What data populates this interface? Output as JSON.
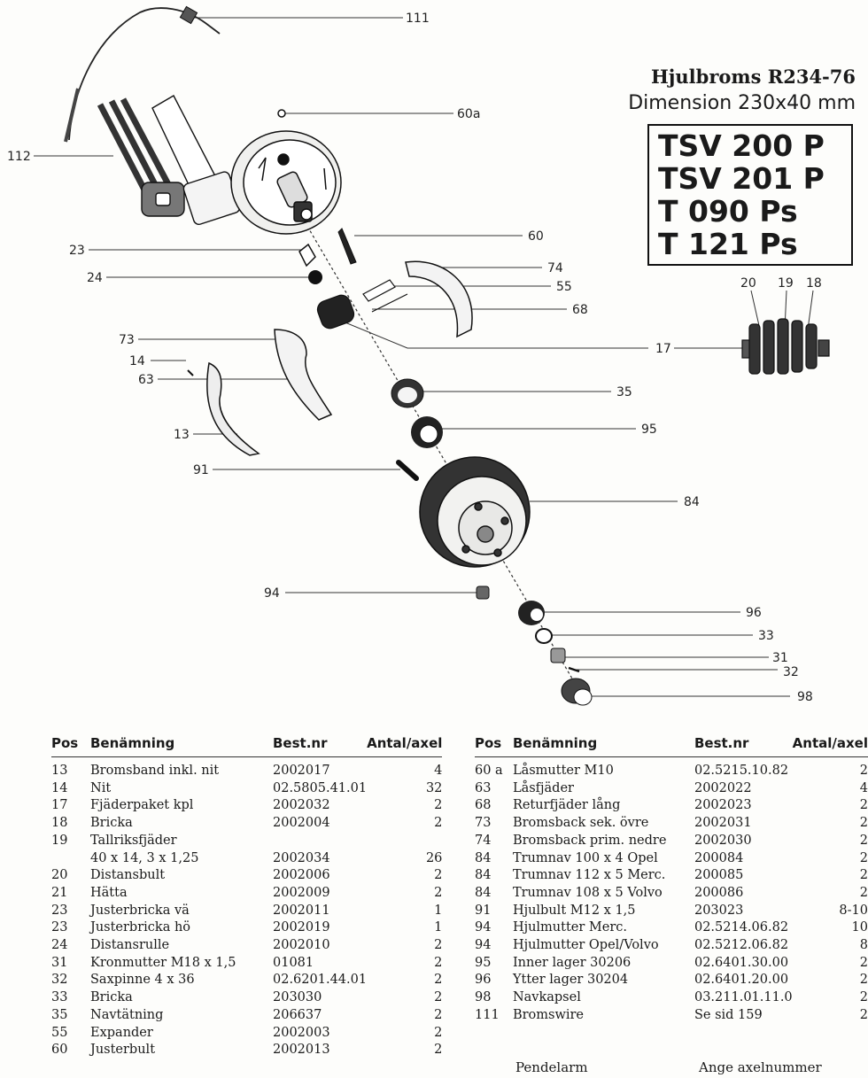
{
  "title": "Hjulbroms R234-76",
  "subtitle": "Dimension 230x40 mm",
  "models": [
    "TSV 200 P",
    "TSV 201 P",
    "T 090 Ps",
    "T 121 Ps"
  ],
  "callouts": {
    "c111": "111",
    "c60a": "60a",
    "c112": "112",
    "c60": "60",
    "c23": "23",
    "c24": "24",
    "c74": "74",
    "c55": "55",
    "c68": "68",
    "c73": "73",
    "c17": "17",
    "c14": "14",
    "c63": "63",
    "c35": "35",
    "c95": "95",
    "c13": "13",
    "c91": "91",
    "c84": "84",
    "c94": "94",
    "c96": "96",
    "c33": "33",
    "c31": "31",
    "c32": "32",
    "c98": "98",
    "c20": "20",
    "c19": "19",
    "c18": "18"
  },
  "table_headers": {
    "pos": "Pos",
    "name": "Benämning",
    "best": "Best.nr",
    "qty": "Antal/axel"
  },
  "parts_left": [
    {
      "pos": "13",
      "name": "Bromsband inkl. nit",
      "best": "2002017",
      "qty": "4"
    },
    {
      "pos": "14",
      "name": "Nit",
      "best": "02.5805.41.01",
      "qty": "32"
    },
    {
      "pos": "17",
      "name": "Fjäderpaket kpl",
      "best": "2002032",
      "qty": "2"
    },
    {
      "pos": "18",
      "name": "Bricka",
      "best": "2002004",
      "qty": "2"
    },
    {
      "pos": "19",
      "name": "Tallriksfjäder",
      "best": "",
      "qty": ""
    },
    {
      "pos": "",
      "name": "40 x 14, 3 x 1,25",
      "best": "2002034",
      "qty": "26"
    },
    {
      "pos": "20",
      "name": "Distansbult",
      "best": "2002006",
      "qty": "2"
    },
    {
      "pos": "21",
      "name": "Hätta",
      "best": "2002009",
      "qty": "2"
    },
    {
      "pos": "23",
      "name": "Justerbricka vä",
      "best": "2002011",
      "qty": "1"
    },
    {
      "pos": "23",
      "name": "Justerbricka hö",
      "best": "2002019",
      "qty": "1"
    },
    {
      "pos": "24",
      "name": "Distansrulle",
      "best": "2002010",
      "qty": "2"
    },
    {
      "pos": "31",
      "name": "Kronmutter M18 x 1,5",
      "best": "01081",
      "qty": "2"
    },
    {
      "pos": "32",
      "name": "Saxpinne 4 x 36",
      "best": "02.6201.44.01",
      "qty": "2"
    },
    {
      "pos": "33",
      "name": "Bricka",
      "best": "203030",
      "qty": "2"
    },
    {
      "pos": "35",
      "name": "Navtätning",
      "best": "206637",
      "qty": "2"
    },
    {
      "pos": "55",
      "name": "Expander",
      "best": "2002003",
      "qty": "2"
    },
    {
      "pos": "60",
      "name": "Justerbult",
      "best": "2002013",
      "qty": "2"
    }
  ],
  "parts_right": [
    {
      "pos": "60 a",
      "name": "Låsmutter M10",
      "best": "02.5215.10.82",
      "qty": "2"
    },
    {
      "pos": "63",
      "name": "Låsfjäder",
      "best": "2002022",
      "qty": "4"
    },
    {
      "pos": "68",
      "name": "Returfjäder lång",
      "best": "2002023",
      "qty": "2"
    },
    {
      "pos": "73",
      "name": "Bromsback sek. övre",
      "best": "2002031",
      "qty": "2"
    },
    {
      "pos": "74",
      "name": "Bromsback prim. nedre",
      "best": "2002030",
      "qty": "2"
    },
    {
      "pos": "84",
      "name": "Trumnav 100 x 4 Opel",
      "best": "200084",
      "qty": "2"
    },
    {
      "pos": "84",
      "name": "Trumnav 112 x 5 Merc.",
      "best": "200085",
      "qty": "2"
    },
    {
      "pos": "84",
      "name": "Trumnav 108 x 5 Volvo",
      "best": "200086",
      "qty": "2"
    },
    {
      "pos": "91",
      "name": "Hjulbult M12 x 1,5",
      "best": "203023",
      "qty": "8-10"
    },
    {
      "pos": "94",
      "name": "Hjulmutter Merc.",
      "best": "02.5214.06.82",
      "qty": "10"
    },
    {
      "pos": "94",
      "name": "Hjulmutter Opel/Volvo",
      "best": "02.5212.06.82",
      "qty": "8"
    },
    {
      "pos": "95",
      "name": "Inner lager 30206",
      "best": "02.6401.30.00",
      "qty": "2"
    },
    {
      "pos": "96",
      "name": "Ytter lager 30204",
      "best": "02.6401.20.00",
      "qty": "2"
    },
    {
      "pos": "98",
      "name": "Navkapsel",
      "best": "03.211.01.11.0",
      "qty": "2"
    },
    {
      "pos": "111",
      "name": "Bromswire",
      "best": "Se sid 159",
      "qty": "2"
    }
  ],
  "footer": {
    "left": "Pendelarm",
    "right": "Ange axelnummer"
  }
}
